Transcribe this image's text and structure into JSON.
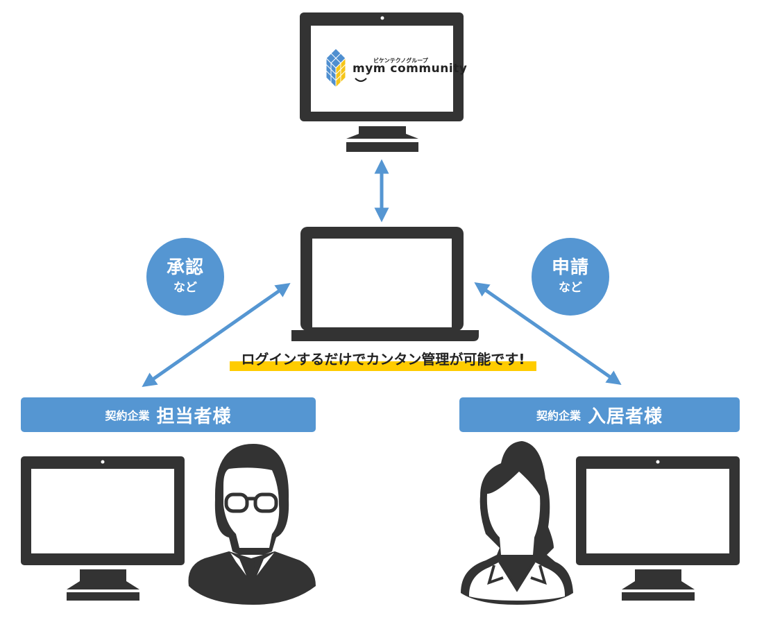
{
  "server": {
    "logo": {
      "subtitle": "ビケンテクノグループ",
      "name": "mym community",
      "colors": {
        "blue": "#4f8fd0",
        "yellow": "#f5c518"
      }
    }
  },
  "center": {
    "device": "laptop",
    "tagline": "ログインするだけでカンタン管理が可能です!"
  },
  "bubbles": {
    "left": {
      "main": "承認",
      "sub": "など"
    },
    "right": {
      "main": "申請",
      "sub": "など"
    }
  },
  "roles": {
    "left": {
      "prefix": "契約企業",
      "title": "担当者様",
      "person": "man-with-glasses"
    },
    "right": {
      "prefix": "契約企業",
      "title": "入居者様",
      "person": "woman"
    }
  },
  "colors": {
    "accent": "#5596d2",
    "device": "#333333",
    "highlight": "#ffcc00",
    "text": "#222222"
  }
}
